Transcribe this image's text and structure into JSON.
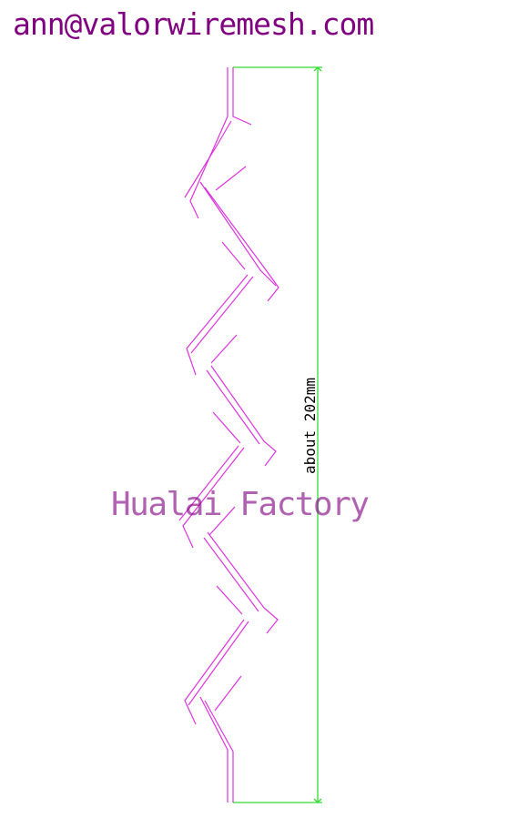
{
  "contact": {
    "email": "ann@valorwiremesh.com"
  },
  "drawing": {
    "dimension_label": "about 202mm",
    "watermark": "Hualai Factory"
  },
  "colors": {
    "email": "#800080",
    "profile": "#dd33dd",
    "dimension": "#33dd33",
    "watermark": "#9b4fa8"
  }
}
